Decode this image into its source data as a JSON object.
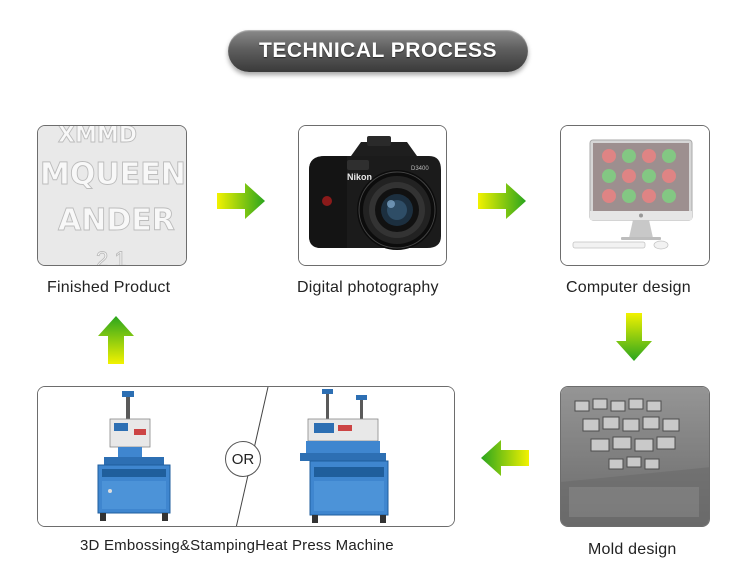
{
  "title": "TECHNICAL PROCESS",
  "steps": {
    "finished": {
      "label": "Finished Product",
      "embossed_lines": [
        "XMMD",
        "MQUEEN",
        "ANDER"
      ]
    },
    "photo": {
      "label": "Digital photography",
      "camera_brand": "Nikon",
      "camera_model": "D3400"
    },
    "computer": {
      "label": "Computer design"
    },
    "mold": {
      "label": "Mold design"
    },
    "machine": {
      "label": "3D Embossing&StampingHeat Press Machine",
      "or_label": "OR"
    }
  },
  "colors": {
    "arrow_light": "#f2f200",
    "arrow_dark": "#2aa51e",
    "pill": "#5f5f5f"
  },
  "icons": [
    "arrow-right-icon",
    "arrow-down-icon",
    "arrow-left-icon",
    "arrow-up-icon"
  ]
}
